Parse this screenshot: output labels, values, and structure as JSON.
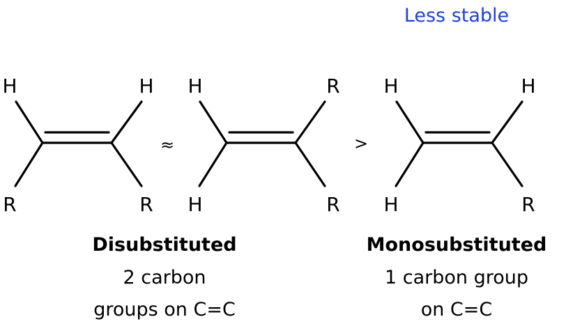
{
  "stability_label": "Less stable",
  "stability_color": "#1f3fe0",
  "operators": [
    "≈",
    ">"
  ],
  "molecules": [
    {
      "atoms": {
        "top_left": "H",
        "top_right": "H",
        "bottom_left": "R",
        "bottom_right": "R"
      }
    },
    {
      "atoms": {
        "top_left": "H",
        "top_right": "R",
        "bottom_left": "H",
        "bottom_right": "R"
      }
    },
    {
      "atoms": {
        "top_left": "H",
        "top_right": "H",
        "bottom_left": "H",
        "bottom_right": "R"
      }
    }
  ],
  "captions": [
    {
      "heading": "Disubstituted",
      "lines": [
        "2 carbon",
        "groups on C=C"
      ]
    },
    {
      "heading": "Monosubstituted",
      "lines": [
        "1 carbon group",
        "on C=C"
      ]
    }
  ]
}
